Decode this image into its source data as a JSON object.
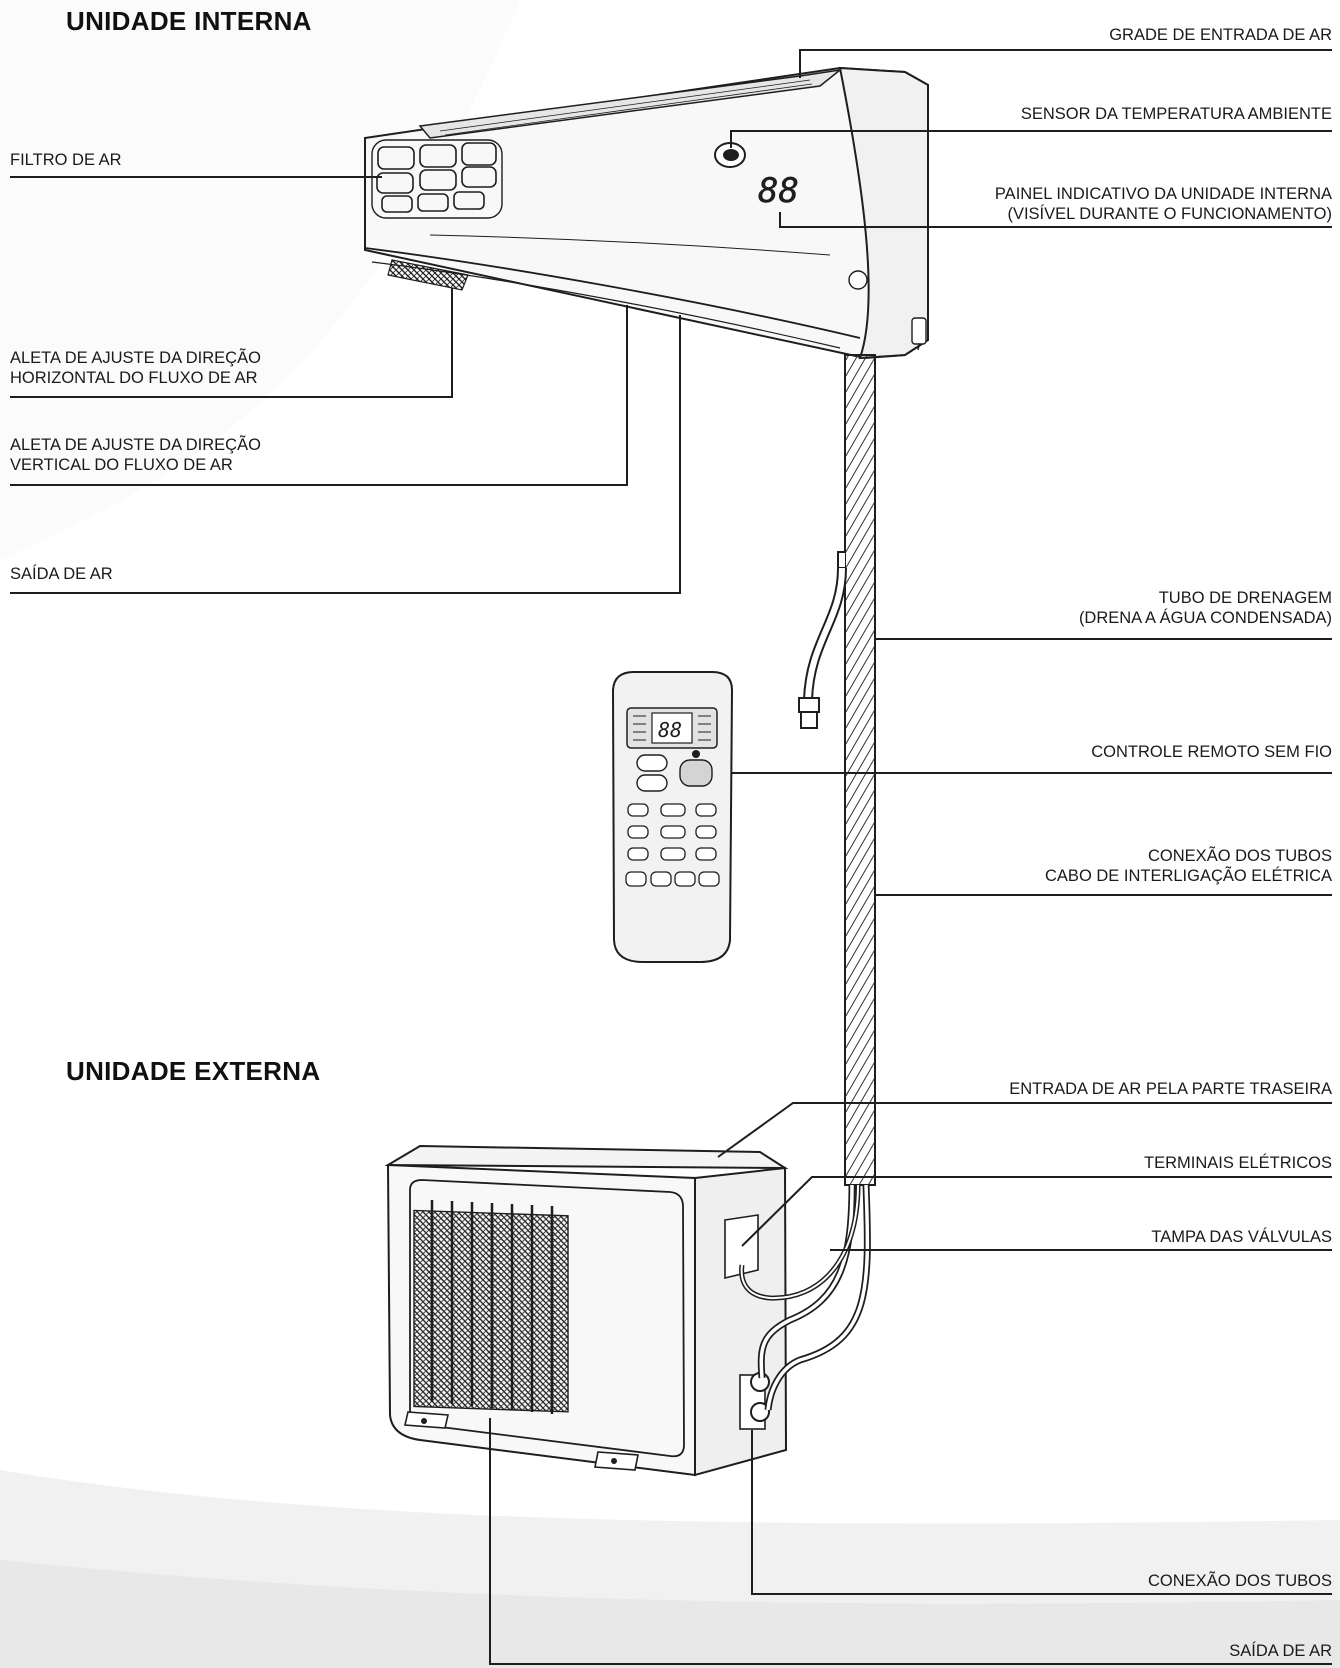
{
  "sections": {
    "indoor_title": "UNIDADE INTERNA",
    "outdoor_title": "UNIDADE EXTERNA"
  },
  "labels_left": {
    "air_filter": "FILTRO DE AR",
    "horizontal_louver": [
      "ALETA DE AJUSTE DA DIREÇÃO",
      "HORIZONTAL DO FLUXO DE AR"
    ],
    "vertical_louver": [
      "ALETA DE AJUSTE DA DIREÇÃO",
      "VERTICAL DO FLUXO DE AR"
    ],
    "air_outlet_indoor": "SAÍDA DE AR"
  },
  "labels_right": {
    "air_inlet_grille": "GRADE DE ENTRADA DE AR",
    "room_temp_sensor": "SENSOR DA TEMPERATURA AMBIENTE",
    "indicator_panel": [
      "PAINEL INDICATIVO DA UNIDADE INTERNA",
      "(VISÍVEL DURANTE O FUNCIONAMENTO)"
    ],
    "drain_hose": [
      "TUBO DE DRENAGEM",
      "(DRENA A ÁGUA CONDENSADA)"
    ],
    "remote_control": "CONTROLE REMOTO SEM FIO",
    "pipe_connection_cable": [
      "CONEXÃO DOS TUBOS",
      "CABO DE INTERLIGAÇÃO ELÉTRICA"
    ],
    "rear_air_inlet": "ENTRADA DE AR PELA PARTE TRASEIRA",
    "electrical_terminals": "TERMINAIS ELÉTRICOS",
    "valve_cover": "TAMPA DAS VÁLVULAS",
    "pipe_connection": "CONEXÃO DOS TUBOS",
    "air_outlet_outdoor": "SAÍDA DE AR"
  },
  "display": {
    "indoor_digits": "88",
    "remote_digits": "88"
  },
  "colors": {
    "line": "#1e1e1e",
    "unit_body": "#f7f7f7",
    "remote_body": "#eeeeee",
    "background_swoosh": "#f0f0f0"
  }
}
